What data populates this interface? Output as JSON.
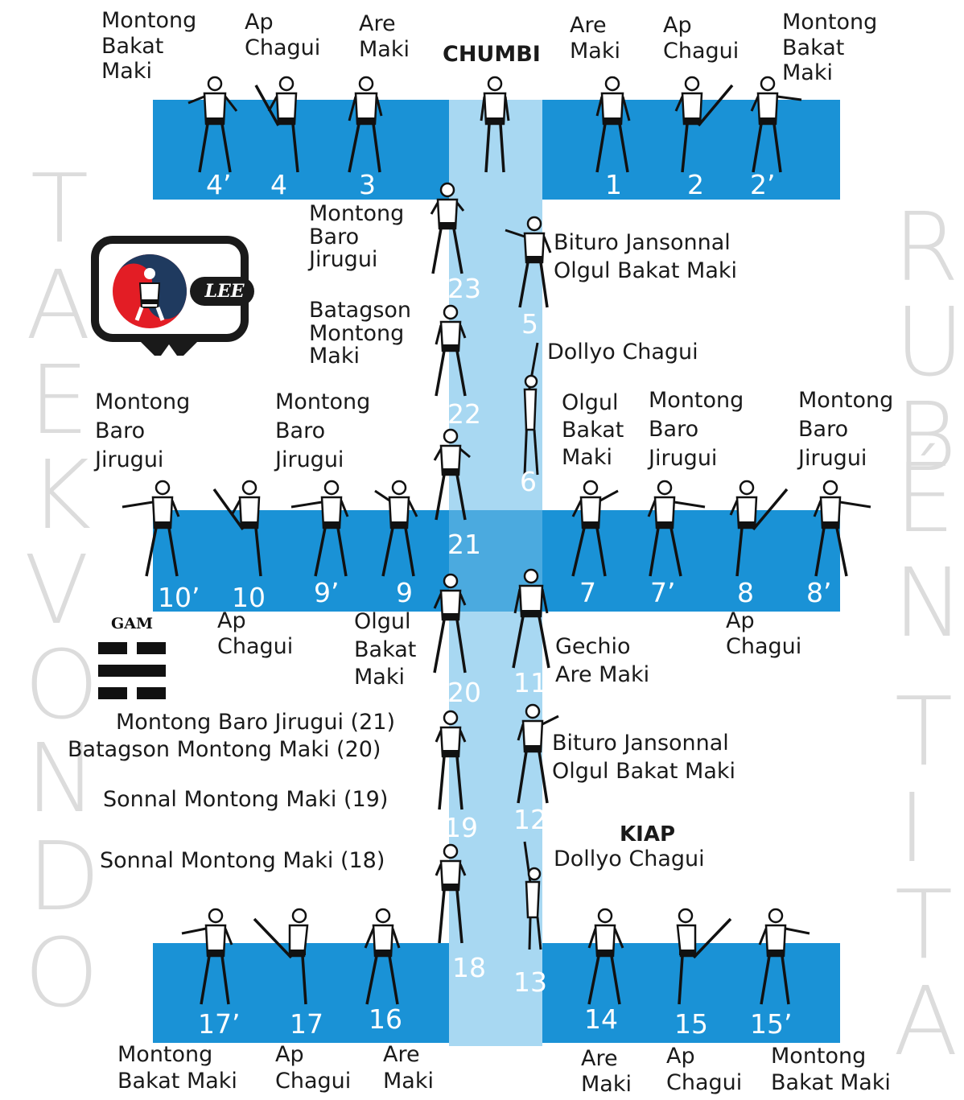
{
  "watermark": {
    "left_letters": [
      "T",
      "A",
      "E",
      "K",
      "V",
      "O",
      "N",
      "D",
      "O"
    ],
    "right_letters": [
      "R",
      "U",
      "B",
      "É",
      "N",
      "T",
      "I",
      "T",
      "A"
    ]
  },
  "logo": {
    "text": "LEE",
    "tv_color": "#1a1a1a",
    "red": "#e31d25",
    "blue": "#1f3a5f"
  },
  "gam": {
    "label": "GAM"
  },
  "colors": {
    "band": "#1a92d6",
    "lane": "#a8d8f2"
  },
  "numbers": {
    "n1": "1",
    "n2": "2",
    "n2p": "2’",
    "n3": "3",
    "n4": "4",
    "n4p": "4’",
    "n5": "5",
    "n6": "6",
    "n7": "7",
    "n7p": "7’",
    "n8": "8",
    "n8p": "8’",
    "n9": "9",
    "n9p": "9’",
    "n10": "10",
    "n10p": "10’",
    "n11": "11",
    "n12": "12",
    "n13": "13",
    "n14": "14",
    "n15": "15",
    "n15p": "15’",
    "n16": "16",
    "n17": "17",
    "n17p": "17’",
    "n18": "18",
    "n19": "19",
    "n20": "20",
    "n21": "21",
    "n22": "22",
    "n23": "23"
  },
  "labels": {
    "chumbi": "CHUMBI",
    "kiap": "KIAP",
    "top_l_montong": "Montong\nBakat\nMaki",
    "top_l_ap": "Ap\nChagui",
    "top_l_are": "Are\nMaki",
    "top_r_are": "Are\nMaki",
    "top_r_ap": "Ap\nChagui",
    "top_r_montong": "Montong\nBakat\nMaki",
    "m23": "Montong\nBaro\nJirugui",
    "m5": "Bituro Jansonnal\nOlgul Bakat Maki",
    "m22": "Batagson\nMontong\nMaki",
    "m6": "Dollyo Chagui",
    "mid_l1": "Montong\nBaro\nJirugui",
    "mid_l2": "Montong\nBaro\nJirugui",
    "mid_r_olgul": "Olgul\nBakat\nMaki",
    "mid_r_m1": "Montong\nBaro\nJirugui",
    "mid_r_m2": "Montong\nBaro\nJirugui",
    "ap10": "Ap\nChagui",
    "olgul20": "Olgul\nBakat\nMaki",
    "gechio": "Gechio\nAre Maki",
    "ap8": "Ap\nChagui",
    "m21b": "Montong Baro Jirugui (21)",
    "m20b": "Batagson Montong Maki (20)",
    "m12": "Bituro Jansonnal\nOlgul Bakat Maki",
    "m19": "Sonnal Montong Maki (19)",
    "m13": "Dollyo Chagui",
    "m18": "Sonnal Montong Maki (18)",
    "bot_l_montong": "Montong\nBakat Maki",
    "bot_l_ap": "Ap\nChagui",
    "bot_l_are": "Are\nMaki",
    "bot_r_are": "Are\nMaki",
    "bot_r_ap": "Ap\nChagui",
    "bot_r_montong": "Montong\nBakat Maki"
  }
}
